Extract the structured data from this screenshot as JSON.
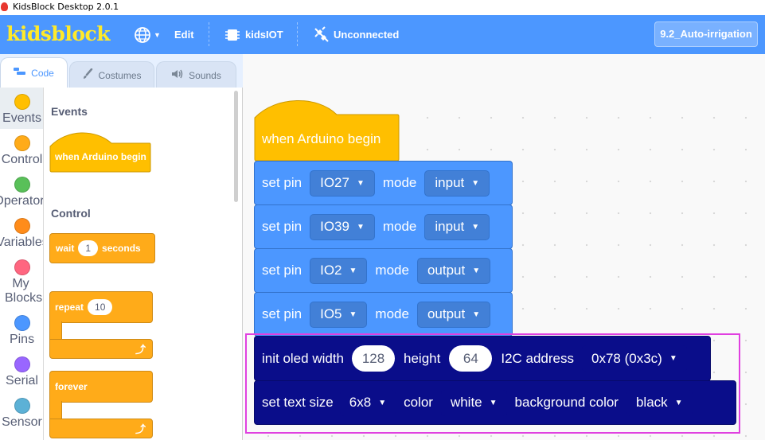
{
  "window": {
    "title": "KidsBlock Desktop 2.0.1"
  },
  "menubar": {
    "logo": "kidsblock",
    "language_icon": "globe-icon",
    "edit_label": "Edit",
    "device_label": "kidsIOT",
    "connection_label": "Unconnected",
    "project_name": "9.2_Auto-irrigation",
    "colors": {
      "bar": "#4c97ff",
      "logo": "#ffea2a"
    }
  },
  "tabs": [
    {
      "label": "Code",
      "icon": "code-icon",
      "active": true
    },
    {
      "label": "Costumes",
      "icon": "brush-icon",
      "active": false
    },
    {
      "label": "Sounds",
      "icon": "speaker-icon",
      "active": false
    }
  ],
  "categories": [
    {
      "label": "Events",
      "color": "#ffbf00"
    },
    {
      "label": "Control",
      "color": "#ffab19"
    },
    {
      "label": "Operators",
      "color": "#59c059"
    },
    {
      "label": "Variables",
      "color": "#ff8c1a"
    },
    {
      "label": "My Blocks",
      "color": "#ff6680"
    },
    {
      "label": "Pins",
      "color": "#4c97ff"
    },
    {
      "label": "Serial",
      "color": "#9966ff"
    },
    {
      "label": "Sensor",
      "color": "#5cb1d6"
    }
  ],
  "palette": {
    "events_heading": "Events",
    "when_begin": "when Arduino begin",
    "control_heading": "Control",
    "wait_label": "wait",
    "wait_value": "1",
    "wait_unit": "seconds",
    "repeat_label": "repeat",
    "repeat_value": "10",
    "forever_label": "forever"
  },
  "workspace": {
    "hat": "when Arduino begin",
    "set_pin_rows": [
      {
        "label": "set pin",
        "pin": "IO27",
        "mode_label": "mode",
        "mode": "input"
      },
      {
        "label": "set pin",
        "pin": "IO39",
        "mode_label": "mode",
        "mode": "input"
      },
      {
        "label": "set pin",
        "pin": "IO2",
        "mode_label": "mode",
        "mode": "output"
      },
      {
        "label": "set pin",
        "pin": "IO5",
        "mode_label": "mode",
        "mode": "output"
      }
    ],
    "oled_init": {
      "label": "init oled width",
      "width": "128",
      "height_label": "height",
      "height": "64",
      "address_label": "I2C address",
      "address": "0x78 (0x3c)"
    },
    "text_size": {
      "label": "set text size",
      "size": "6x8",
      "color_label": "color",
      "color": "white",
      "bg_label": "background color",
      "bg": "black"
    }
  }
}
